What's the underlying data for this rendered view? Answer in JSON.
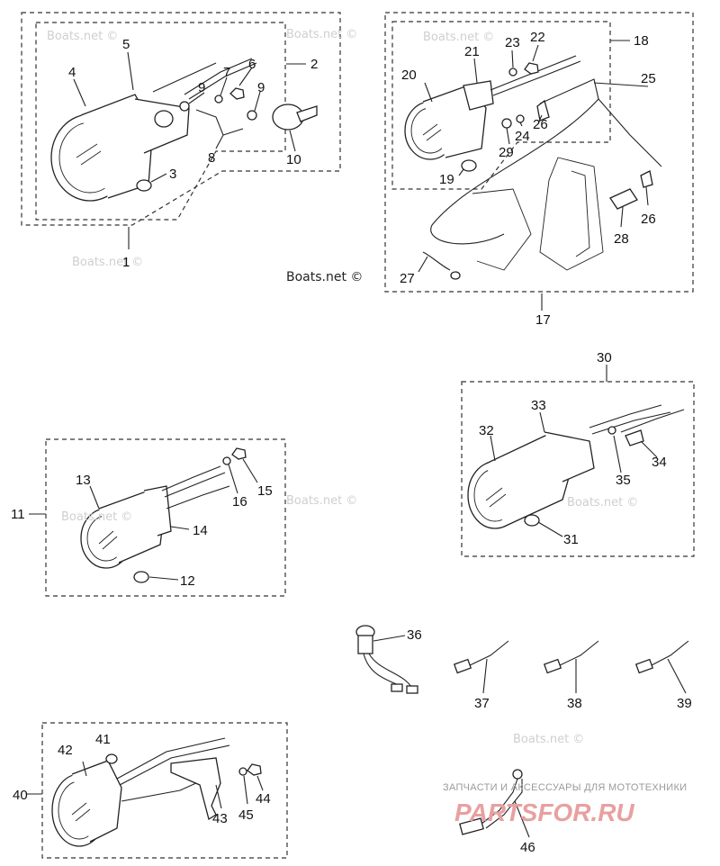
{
  "callouts": [
    {
      "id": "c1",
      "text": "1"
    },
    {
      "id": "c2",
      "text": "2"
    },
    {
      "id": "c3",
      "text": "3"
    },
    {
      "id": "c4",
      "text": "4"
    },
    {
      "id": "c5",
      "text": "5"
    },
    {
      "id": "c6",
      "text": "6"
    },
    {
      "id": "c7",
      "text": "7"
    },
    {
      "id": "c8",
      "text": "8"
    },
    {
      "id": "c9a",
      "text": "9"
    },
    {
      "id": "c9b",
      "text": "9"
    },
    {
      "id": "c10",
      "text": "10"
    },
    {
      "id": "c11",
      "text": "11"
    },
    {
      "id": "c12",
      "text": "12"
    },
    {
      "id": "c13",
      "text": "13"
    },
    {
      "id": "c14",
      "text": "14"
    },
    {
      "id": "c15",
      "text": "15"
    },
    {
      "id": "c16",
      "text": "16"
    },
    {
      "id": "c17",
      "text": "17"
    },
    {
      "id": "c18",
      "text": "18"
    },
    {
      "id": "c19",
      "text": "19"
    },
    {
      "id": "c20",
      "text": "20"
    },
    {
      "id": "c21",
      "text": "21"
    },
    {
      "id": "c22",
      "text": "22"
    },
    {
      "id": "c23",
      "text": "23"
    },
    {
      "id": "c24",
      "text": "24"
    },
    {
      "id": "c25",
      "text": "25"
    },
    {
      "id": "c26a",
      "text": "26"
    },
    {
      "id": "c26b",
      "text": "26"
    },
    {
      "id": "c27",
      "text": "27"
    },
    {
      "id": "c28",
      "text": "28"
    },
    {
      "id": "c29",
      "text": "29"
    },
    {
      "id": "c30",
      "text": "30"
    },
    {
      "id": "c31",
      "text": "31"
    },
    {
      "id": "c32",
      "text": "32"
    },
    {
      "id": "c33",
      "text": "33"
    },
    {
      "id": "c34",
      "text": "34"
    },
    {
      "id": "c35",
      "text": "35"
    },
    {
      "id": "c36",
      "text": "36"
    },
    {
      "id": "c37",
      "text": "37"
    },
    {
      "id": "c38",
      "text": "38"
    },
    {
      "id": "c39",
      "text": "39"
    },
    {
      "id": "c40",
      "text": "40"
    },
    {
      "id": "c41",
      "text": "41"
    },
    {
      "id": "c42",
      "text": "42"
    },
    {
      "id": "c43",
      "text": "43"
    },
    {
      "id": "c44",
      "text": "44"
    },
    {
      "id": "c45",
      "text": "45"
    },
    {
      "id": "c46",
      "text": "46"
    }
  ],
  "watermarks": {
    "boats": "Boats.net ©",
    "boats_main": "Boats.net ©",
    "brand_sub": "ЗАПЧАСТИ И АКСЕССУАРЫ ДЛЯ МОТОТЕХНИКИ",
    "brand_main": "PARTSFOR.RU"
  }
}
